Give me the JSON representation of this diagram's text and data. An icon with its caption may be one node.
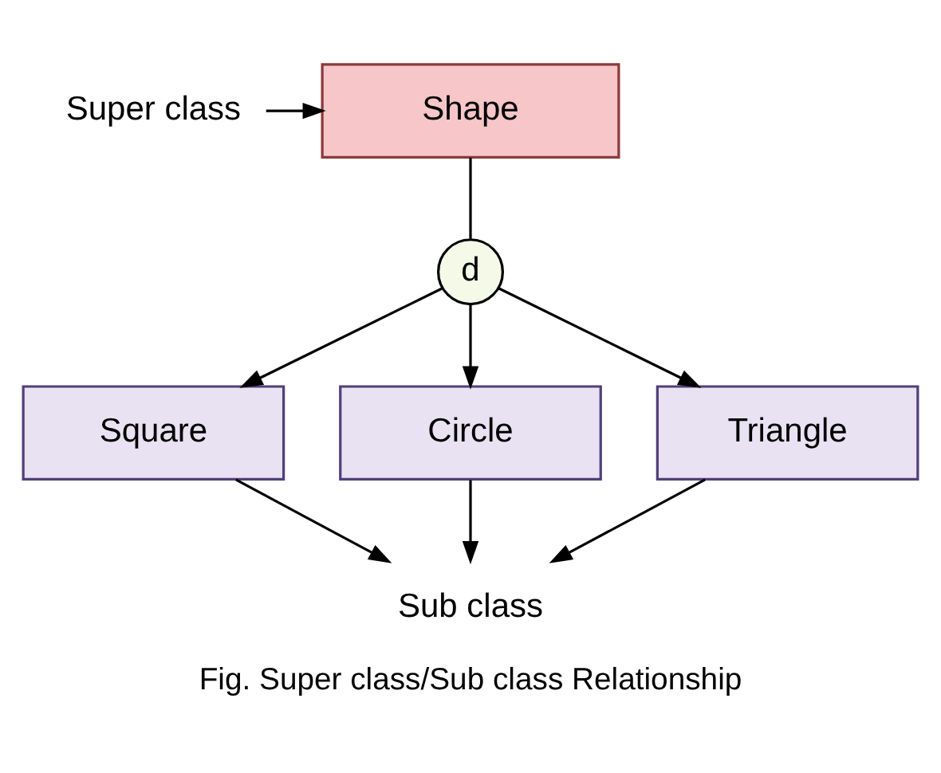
{
  "diagram": {
    "caption": "Fig. Super class/Sub class Relationship",
    "nodes": [
      {
        "text": [
          "Super class"
        ]
      },
      {
        "text": [
          "Shape"
        ]
      },
      {
        "text": [
          "d"
        ]
      },
      {
        "text": [
          "Square"
        ]
      },
      {
        "text": [
          "Circle"
        ]
      },
      {
        "text": [
          "Triangle"
        ]
      },
      {
        "text": [
          "Sub class"
        ]
      }
    ],
    "edges": [
      {
        "from": 0,
        "to": 1,
        "arrow": "to"
      },
      {
        "from": 1,
        "to": 2,
        "arrow": "none"
      },
      {
        "from": 2,
        "to": 3,
        "arrow": "to"
      },
      {
        "from": 2,
        "to": 4,
        "arrow": "to"
      },
      {
        "from": 2,
        "to": 5,
        "arrow": "to"
      },
      {
        "from": 3,
        "to": 6,
        "arrow": "to"
      },
      {
        "from": 4,
        "to": 6,
        "arrow": "to"
      },
      {
        "from": 5,
        "to": 6,
        "arrow": "to"
      }
    ]
  }
}
